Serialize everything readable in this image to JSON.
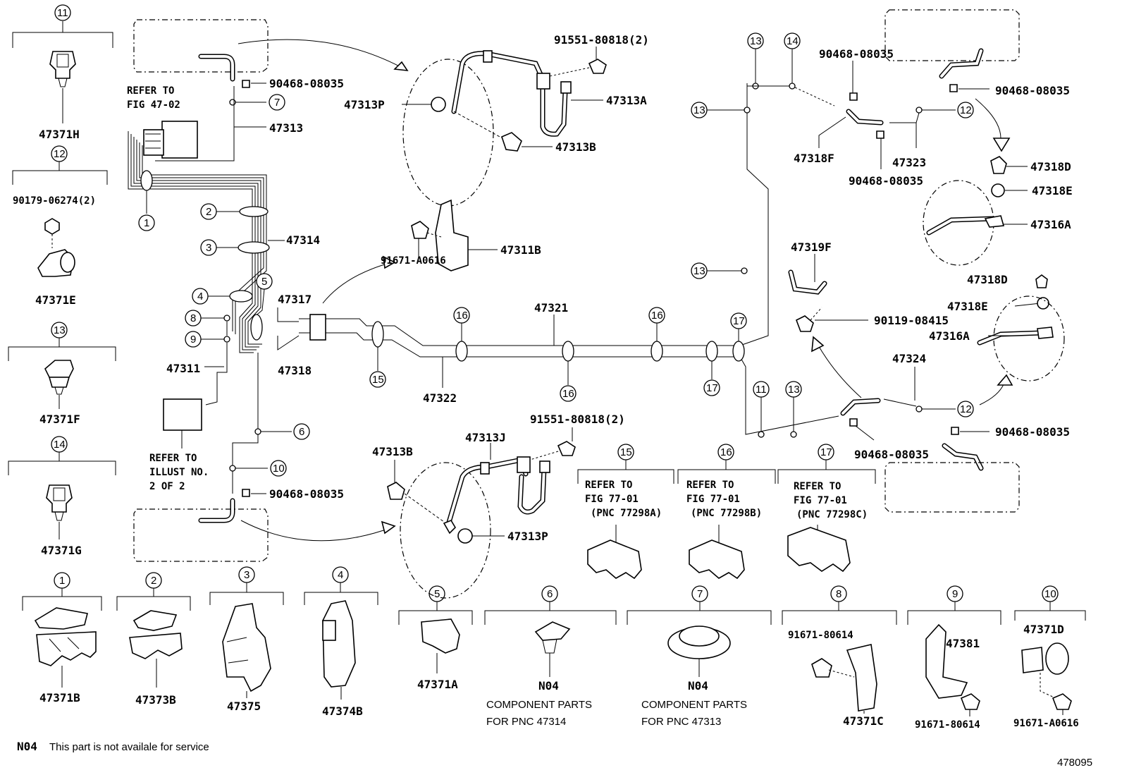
{
  "diagram_id": "478095",
  "labels": {
    "p47371H": "47371H",
    "p90179": "90179-06274(2)",
    "p47371E": "47371E",
    "p47371F": "47371F",
    "p47371G": "47371G",
    "p47371B": "47371B",
    "p47373B": "47373B",
    "p47375": "47375",
    "p47374B": "47374B",
    "p47371A": "47371A",
    "n04_a": "N04",
    "n04_b": "N04",
    "p91671_80614_a": "91671-80614",
    "p47371C": "47371C",
    "p47381": "47381",
    "p91671_80614_b": "91671-80614",
    "p47371D": "47371D",
    "p91671_A0616_b": "91671-A0616",
    "p90468_a": "90468-08035",
    "p47313": "47313",
    "p47314": "47314",
    "p47317": "47317",
    "p47318": "47318",
    "p47311": "47311",
    "p47322": "47322",
    "p47321": "47321",
    "p90468_b": "90468-08035",
    "p91551_a": "91551-80818(2)",
    "p47313P_a": "47313P",
    "p47313A": "47313A",
    "p47313B_a": "47313B",
    "p47311B": "47311B",
    "p91671_A0616_a": "91671-A0616",
    "p91551_b": "91551-80818(2)",
    "p47313B_b": "47313B",
    "p47313J": "47313J",
    "p47313P_b": "47313P",
    "p90468_c": "90468-08035",
    "p90468_d": "90468-08035",
    "p47318F": "47318F",
    "p90468_e": "90468-08035",
    "p47323": "47323",
    "p47318D_a": "47318D",
    "p47318E_a": "47318E",
    "p47316A_a": "47316A",
    "p47319F": "47319F",
    "p90119": "90119-08415",
    "p47318D_b": "47318D",
    "p47318E_b": "47318E",
    "p47316A_b": "47316A",
    "p47324": "47324",
    "p90468_f": "90468-08035",
    "p90468_g": "90468-08035"
  },
  "notes": {
    "refer_47_02_l1": "REFER TO",
    "refer_47_02_l2": "FIG 47-02",
    "refer_illust_l1": "REFER TO",
    "refer_illust_l2": "ILLUST NO.",
    "refer_illust_l3": "2 OF 2",
    "ref15_l1": "REFER TO",
    "ref15_l2": "FIG 77-01",
    "ref15_l3": "(PNC 77298A)",
    "ref16_l1": "REFER TO",
    "ref16_l2": "FIG 77-01",
    "ref16_l3": "(PNC 77298B)",
    "ref17_l1": "REFER TO",
    "ref17_l2": "FIG 77-01",
    "ref17_l3": "(PNC 77298C)",
    "component_a_l1": "COMPONENT PARTS",
    "component_a_l2": "FOR PNC 47314",
    "component_b_l1": "COMPONENT PARTS",
    "component_b_l2": "FOR PNC 47313",
    "footer_code": "N04",
    "footer_text": "This part is not availale for service"
  },
  "callouts": [
    "1",
    "2",
    "3",
    "4",
    "5",
    "6",
    "7",
    "8",
    "9",
    "10",
    "11",
    "12",
    "13",
    "14",
    "15",
    "16",
    "17"
  ]
}
